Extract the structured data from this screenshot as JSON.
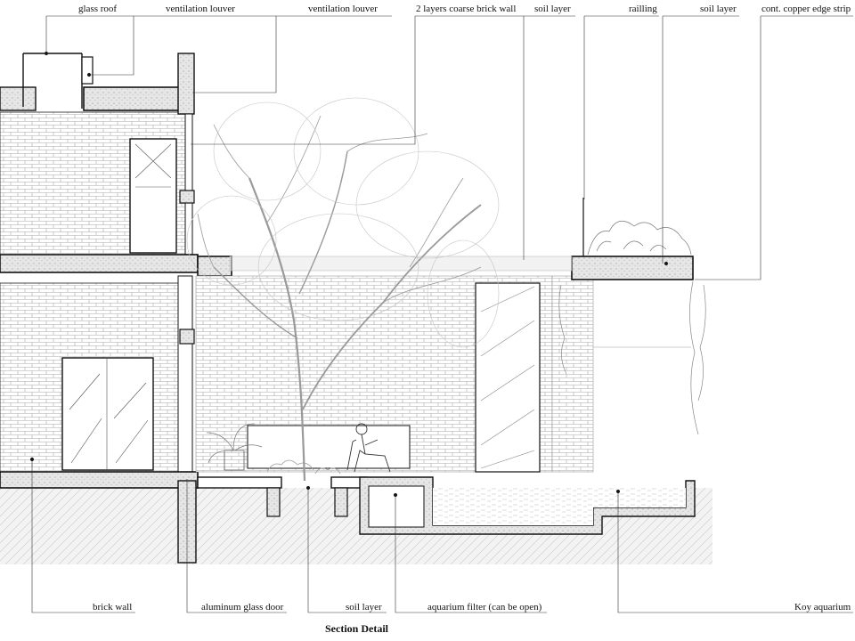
{
  "top_labels": {
    "glass_roof": "glass roof",
    "ventilation_louver_1": "ventilation louver",
    "ventilation_louver_2": "ventilation louver",
    "brick_wall_2layers": "2 layers coarse brick wall",
    "soil_layer_top": "soil layer",
    "railing": "railling",
    "soil_layer_right": "soil layer",
    "copper_edge": "cont. copper edge strip"
  },
  "bottom_labels": {
    "brick_wall": "brick wall",
    "aluminum_door": "aluminum glass door",
    "soil_layer_bottom": "soil layer",
    "aquarium_filter": "aquarium filter (can be open)",
    "koy_aquarium": "Koy aquarium"
  },
  "caption": "Section Detail",
  "colors": {
    "line": "#1a1a1a",
    "brick": "#9a9a9a",
    "hatch": "#bdbdbd",
    "slab_fill": "#d9d9d9"
  }
}
